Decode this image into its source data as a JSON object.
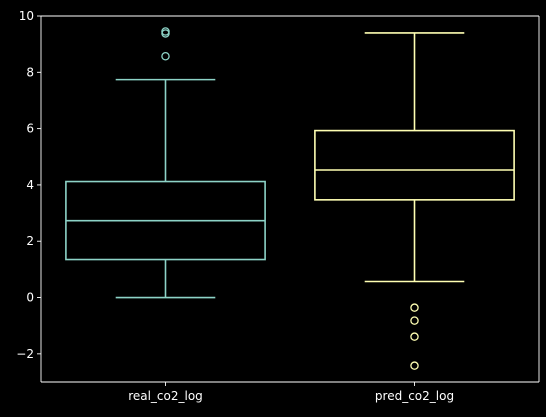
{
  "chart_data": {
    "type": "box",
    "theme": "dark",
    "title": "",
    "xlabel": "",
    "ylabel": "",
    "ylim": [
      -3.0,
      10.0
    ],
    "yticks": [
      -2,
      0,
      2,
      4,
      6,
      8,
      10
    ],
    "ytick_labels": [
      "−2",
      "0",
      "2",
      "4",
      "6",
      "8",
      "10"
    ],
    "grid": false,
    "legend": "none",
    "categories": [
      "real_co2_log",
      "pred_co2_log"
    ],
    "series": [
      {
        "color": "#8dd3c7",
        "whisker_low": 0.0,
        "q1": 1.35,
        "median": 2.73,
        "q3": 4.12,
        "whisker_high": 7.74,
        "outliers": [
          8.57,
          9.38,
          9.45
        ]
      },
      {
        "color": "#ffffb3",
        "whisker_low": 0.57,
        "q1": 3.47,
        "median": 4.53,
        "q3": 5.93,
        "whisker_high": 9.4,
        "outliers": [
          -0.36,
          -0.82,
          -1.39,
          -2.42
        ]
      }
    ]
  }
}
